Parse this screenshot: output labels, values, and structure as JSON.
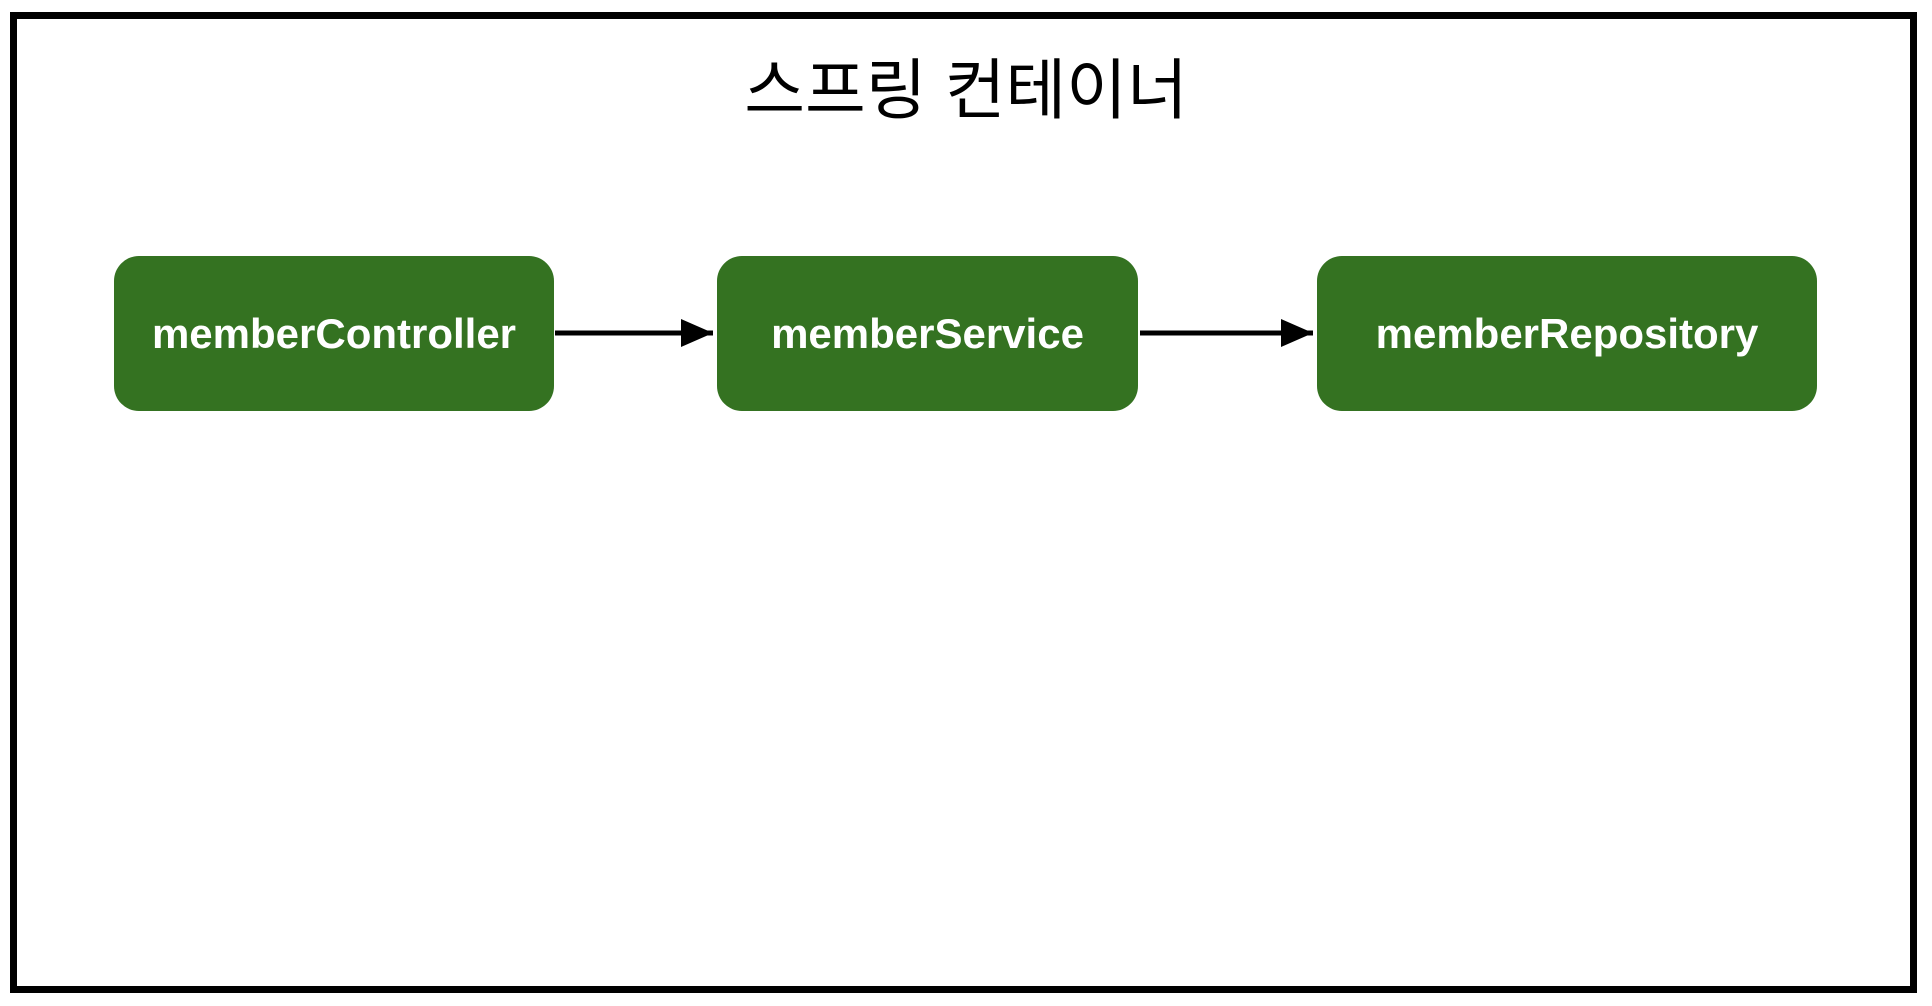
{
  "diagram": {
    "title": "스프링 컨테이너",
    "nodes": [
      {
        "label": "memberController"
      },
      {
        "label": "memberService"
      },
      {
        "label": "memberRepository"
      }
    ],
    "edges": [
      {
        "from": "memberController",
        "to": "memberService",
        "style": "solid-arrow"
      },
      {
        "from": "memberService",
        "to": "memberRepository",
        "style": "solid-arrow"
      }
    ],
    "colors": {
      "node_fill": "#347221",
      "node_text": "#ffffff",
      "frame_border": "#000000",
      "background": "#ffffff",
      "arrow": "#000000"
    }
  }
}
